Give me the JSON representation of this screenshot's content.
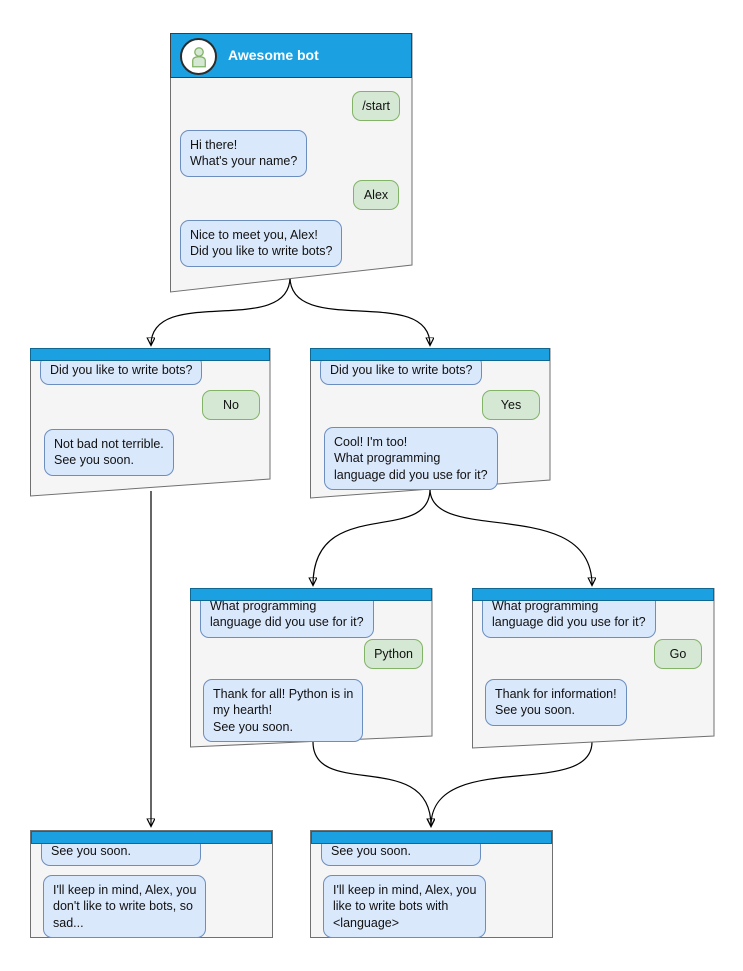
{
  "colors": {
    "header_blue": "#1BA1E2",
    "bot_bubble_fill": "#DAE8FC",
    "bot_bubble_border": "#6C8EBF",
    "user_bubble_fill": "#D5E8D4",
    "user_bubble_border": "#82B366",
    "window_fill": "#F5F5F5",
    "window_border": "#707070",
    "arrow": "#000000"
  },
  "windows": [
    {
      "id": "root",
      "title": "Awesome bot",
      "avatar_icon": "person-icon",
      "messages": [
        {
          "from": "user",
          "text": "/start"
        },
        {
          "from": "bot",
          "text": "Hi there!\nWhat's your name?"
        },
        {
          "from": "user",
          "text": "Alex"
        },
        {
          "from": "bot",
          "text": "Nice to meet you, Alex!\nDid you like to write bots?"
        }
      ]
    },
    {
      "id": "branch-no",
      "messages": [
        {
          "from": "bot",
          "text": "Did you like to write bots?"
        },
        {
          "from": "user",
          "text": "No"
        },
        {
          "from": "bot",
          "text": "Not bad not terrible.\nSee you soon."
        }
      ]
    },
    {
      "id": "branch-yes",
      "messages": [
        {
          "from": "bot",
          "text": "Did you like to write bots?"
        },
        {
          "from": "user",
          "text": "Yes"
        },
        {
          "from": "bot",
          "text": "Cool! I'm too!\nWhat programming\nlanguage did you use for it?"
        }
      ]
    },
    {
      "id": "branch-python",
      "messages": [
        {
          "from": "bot",
          "text": "What programming\nlanguage did you use for it?"
        },
        {
          "from": "user",
          "text": "Python"
        },
        {
          "from": "bot",
          "text": "Thank for all! Python is in\nmy hearth!\nSee you soon."
        }
      ]
    },
    {
      "id": "branch-go",
      "messages": [
        {
          "from": "bot",
          "text": "What programming\nlanguage did you use for it?"
        },
        {
          "from": "user",
          "text": "Go"
        },
        {
          "from": "bot",
          "text": "Thank for information!\nSee you soon."
        }
      ]
    },
    {
      "id": "end-no",
      "messages": [
        {
          "from": "bot",
          "text": "See you soon."
        },
        {
          "from": "bot",
          "text": "I'll keep in mind, Alex, you\ndon't like to write bots, so\nsad..."
        }
      ]
    },
    {
      "id": "end-yes",
      "messages": [
        {
          "from": "bot",
          "text": "See you soon."
        },
        {
          "from": "bot",
          "text": "I'll keep in mind, Alex, you\nlike to write bots with\n<language>"
        }
      ]
    }
  ]
}
